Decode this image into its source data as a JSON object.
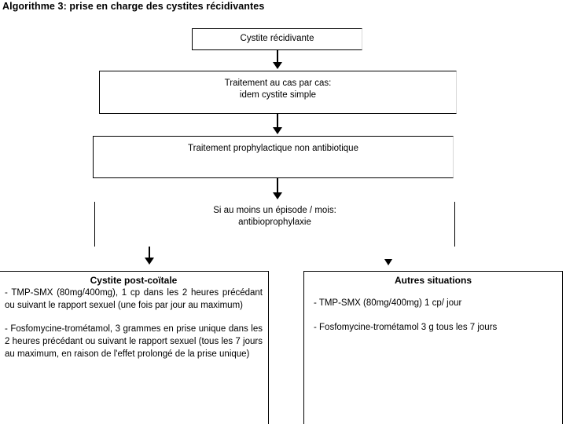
{
  "title": "Algorithme 3: prise en charge des cystites récidivantes",
  "flow": {
    "recurrent_cystitis": "Cystite récidivante",
    "case_by_case": "Traitement au cas par cas:\nidem cystite simple",
    "non_antibiotic": "Traitement prophylactique non antibiotique",
    "antibioprophylaxis": "Si au moins un épisode / mois:\nantibioprophylaxie"
  },
  "outcomes": {
    "postcoital": {
      "heading": "Cystite post-coïtale",
      "para1": "- TMP-SMX (80mg/400mg), 1 cp dans les 2 heures précédant ou suivant le rapport sexuel (une fois par jour au maximum)",
      "para2": "- Fosfomycine-trométamol, 3 grammes en prise unique dans les 2 heures précédant ou suivant le rapport sexuel  (tous les 7 jours au maximum, en raison de l'effet prolongé de la prise unique)"
    },
    "other": {
      "heading": "Autres situations",
      "para1": "- TMP-SMX (80mg/400mg) 1 cp/ jour",
      "para2": "- Fosfomycine-trométamol 3 g tous les 7 jours"
    }
  },
  "colors": {
    "stroke": "#000000",
    "background": "#ffffff",
    "text": "#000000"
  }
}
